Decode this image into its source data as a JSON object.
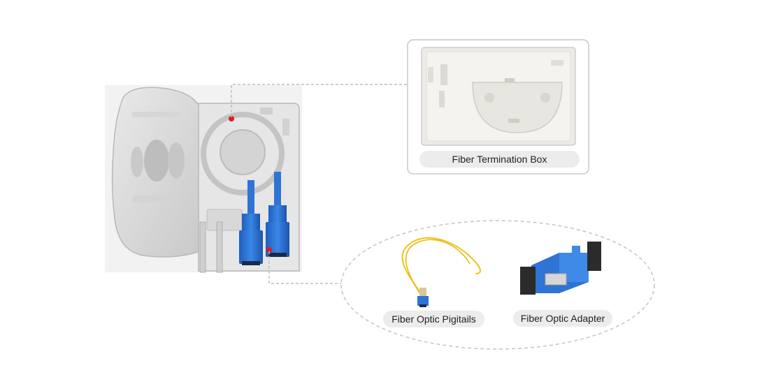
{
  "labels": {
    "termination_box": "Fiber Termination Box",
    "pigtails": "Fiber Optic Pigitails",
    "adapter": "Fiber Optic Adapter"
  },
  "colors": {
    "connector_blue": "#2f73d4",
    "pigtail_yellow": "#f0c419",
    "marker_red": "#e01b1b",
    "leader_gray": "#bdbdbd",
    "label_bg": "#ececec"
  }
}
